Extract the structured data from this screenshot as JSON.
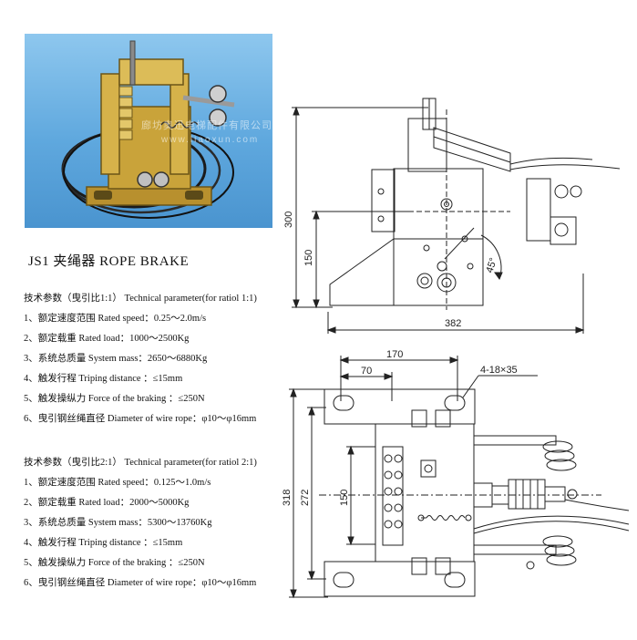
{
  "photo": {
    "watermark_cn": "廊坊奥迅电梯配件有限公司",
    "watermark_en": "www.liaoxun.com"
  },
  "title": "JS1 夹绳器  ROPE BRAKE",
  "params_1": {
    "heading": "技术参数（曳引比1:1） Technical parameter(for ratiol 1:1)",
    "items": [
      "1、额定速度范围  Rated speed：0.25～2.0m/s",
      "2、额定载重  Rated load：1000～2500Kg",
      "3、系统总质量  System mass：2650～6880Kg",
      "4、触发行程  Triping distance  ：≤15mm",
      "5、触发操纵力  Force of the braking  ：≤250N",
      "6、曳引钢丝绳直径 Diameter of wire rope：φ10～φ16mm"
    ]
  },
  "params_2": {
    "heading": "技术参数（曳引比2:1） Technical parameter(for ratiol 2:1)",
    "items": [
      "1、额定速度范围  Rated speed：0.125～1.0m/s",
      "2、额定载重  Rated load：2000～5000Kg",
      "3、系统总质量  System mass：5300～13760Kg",
      "4、触发行程  Triping distance  ：≤15mm",
      "5、触发操纵力  Force of the braking  ：≤250N",
      "6、曳引钢丝绳直径 Diameter of wire rope：φ10～φ16mm"
    ]
  },
  "drawing_side": {
    "dim_height_total": "300",
    "dim_height_mid": "150",
    "dim_width": "382",
    "dim_angle": "45°"
  },
  "drawing_top": {
    "dim_170": "170",
    "dim_70": "70",
    "dim_holes": "4-18×35",
    "dim_318": "318",
    "dim_272": "272",
    "dim_150": "150"
  }
}
